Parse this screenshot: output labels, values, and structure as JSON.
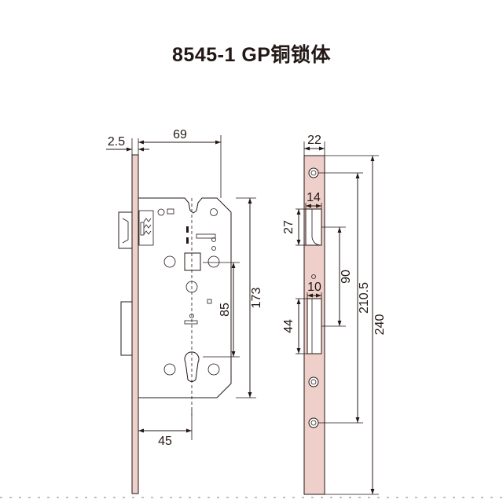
{
  "title": "8545-1 GP铜锁体",
  "colors": {
    "ink": "#231815",
    "faceplate": "#eecfc9",
    "background": "#ffffff"
  },
  "dimensions": {
    "faceplate_thickness": "2.5",
    "body_depth": "69",
    "backset": "45",
    "center_to_center": "85",
    "body_height": "173",
    "faceplate_width": "22",
    "latch_projection": "14",
    "latch_height": "27",
    "deadbolt_projection": "10",
    "deadbolt_height": "44",
    "latch_to_bolt": "90",
    "screw_centers": "210.5",
    "faceplate_length": "240"
  }
}
